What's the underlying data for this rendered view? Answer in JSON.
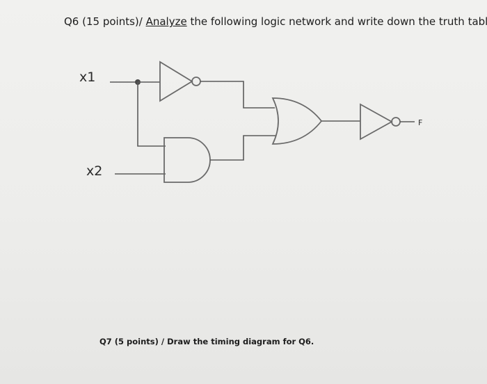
{
  "question6": {
    "prefix": "Q6 (15 points)/ ",
    "underlined": "Analyze",
    "suffix": " the following logic network and write down the truth table:"
  },
  "question7": {
    "text": "Q7 (5 points) / Draw the timing diagram for Q6."
  },
  "circuit": {
    "input1": "x1",
    "input2": "x2",
    "output": "F",
    "gates": [
      "not-gate",
      "and-gate",
      "or-gate",
      "not-gate"
    ]
  }
}
